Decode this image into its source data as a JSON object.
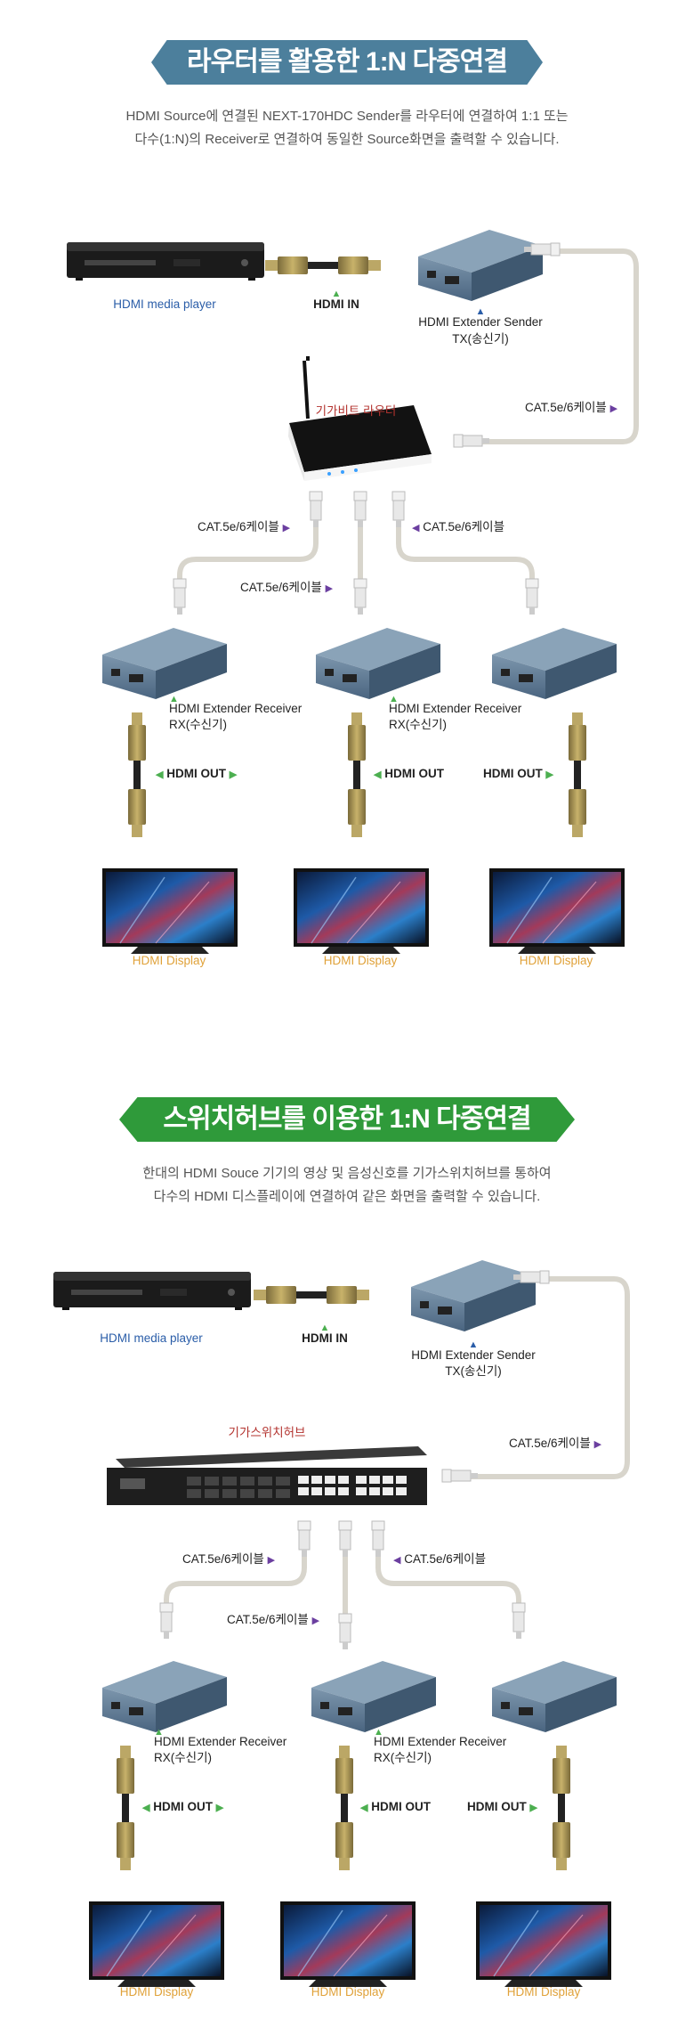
{
  "section1": {
    "title": "라우터를 활용한 1:N 다중연결",
    "desc_line1": "HDMI Source에 연결된 NEXT-170HDC Sender를 라우터에 연결하여 1:1 또는",
    "desc_line2": "다수(1:N)의 Receiver로 연결하여 동일한 Source화면을 출력할 수 있습니다.",
    "media_player": "HDMI media player",
    "hdmi_in": "HDMI IN",
    "sender_line1": "HDMI Extender Sender",
    "sender_line2": "TX(송신기)",
    "router": "기가비트 라우터",
    "cable": "CAT.5e/6케이블",
    "receiver_line1": "HDMI Extender Receiver",
    "receiver_line2": "RX(수신기)",
    "hdmi_out": "HDMI OUT",
    "display": "HDMI Display"
  },
  "section2": {
    "title": "스위치허브를 이용한 1:N 다중연결",
    "desc_line1": "한대의 HDMI Souce 기기의 영상 및 음성신호를 기가스위치허브를 통하여",
    "desc_line2": "다수의 HDMI 디스플레이에 연결하여 같은 화면을 출력할 수 있습니다.",
    "media_player": "HDMI media player",
    "hdmi_in": "HDMI IN",
    "sender_line1": "HDMI Extender Sender",
    "sender_line2": "TX(송신기)",
    "switch": "기가스위치허브",
    "cable": "CAT.5e/6케이블",
    "receiver_line1": "HDMI Extender Receiver",
    "receiver_line2": "RX(수신기)",
    "hdmi_out": "HDMI OUT",
    "display": "HDMI Display"
  },
  "colors": {
    "banner_blue": "#4c7f9c",
    "banner_green": "#2f9a3a",
    "label_blue": "#2a5da8",
    "label_orange": "#e0a23a",
    "label_red": "#b3332f",
    "cable": "#d8d5cc",
    "device_body": "#5a7590"
  },
  "icons": [
    "media-player-icon",
    "hdmi-cable-icon",
    "extender-sender-icon",
    "router-icon",
    "switch-hub-icon",
    "extender-receiver-icon",
    "tv-display-icon",
    "ethernet-connector-icon"
  ]
}
